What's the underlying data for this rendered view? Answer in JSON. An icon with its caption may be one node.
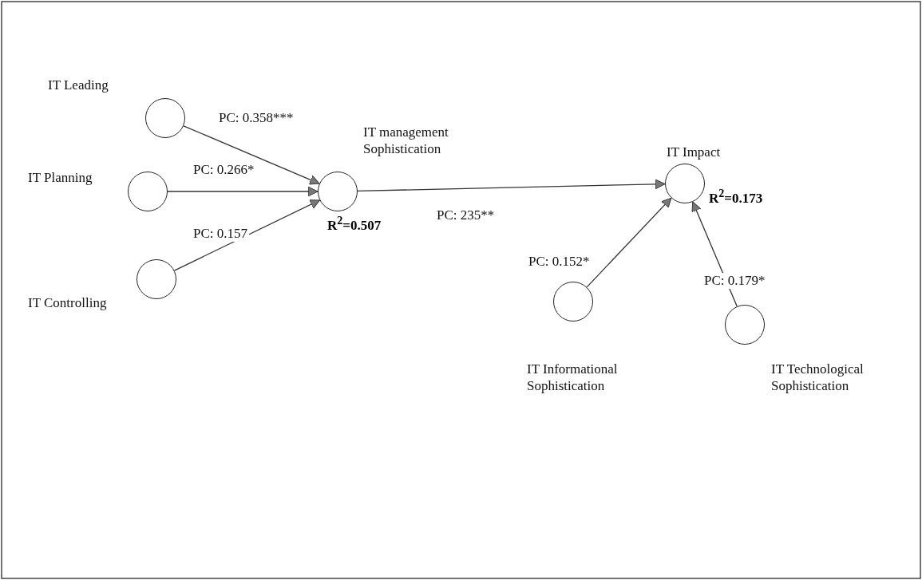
{
  "diagram": {
    "nodes": [
      {
        "text": [
          "IT Leading"
        ]
      },
      {
        "text": [
          "IT Planning"
        ]
      },
      {
        "text": [
          "IT Controlling"
        ]
      },
      {
        "text": [
          "IT management Sophistication"
        ],
        "beside": [
          "R$^{2}$=0.507"
        ]
      },
      {
        "text": [
          "IT Impact"
        ],
        "beside": [
          "R$^{2}$=0.173"
        ]
      },
      {
        "text": [
          "IT Informational Sophistication"
        ]
      },
      {
        "text": [
          "IT Technological Sophistication"
        ]
      }
    ],
    "edges": [
      {
        "from": 0,
        "to": 3,
        "arrow": "to",
        "label": "PC: 0.358***"
      },
      {
        "from": 1,
        "to": 3,
        "arrow": "to",
        "label": "PC: 0.266*"
      },
      {
        "from": 2,
        "to": 3,
        "arrow": "to",
        "label": "PC: 0.157"
      },
      {
        "from": 3,
        "to": 4,
        "arrow": "to",
        "label": "PC: 235**"
      },
      {
        "from": 5,
        "to": 4,
        "arrow": "to",
        "label": "PC: 0.152*"
      },
      {
        "from": 6,
        "to": 4,
        "arrow": "to",
        "label": "PC: 0.179*"
      }
    ]
  }
}
